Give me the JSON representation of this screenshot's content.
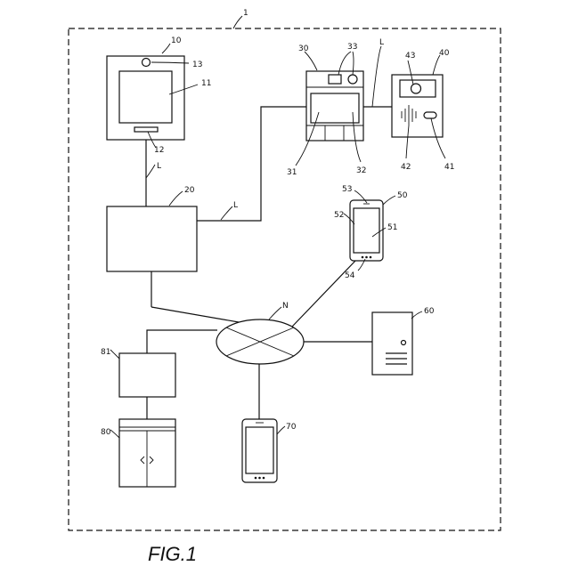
{
  "figure_label": "FIG.1",
  "labels": {
    "system": "1",
    "monitor": "10",
    "monitor_screen": "11",
    "monitor_button": "12",
    "monitor_camera": "13",
    "controller": "20",
    "intercom": "30",
    "intercom_display": "31",
    "intercom_panel": "32",
    "intercom_controls": "33",
    "door_station": "40",
    "door_button": "41",
    "door_speaker": "42",
    "door_camera": "43",
    "smartphone": "50",
    "phone_screen": "51",
    "phone_side": "52",
    "phone_speaker": "53",
    "phone_buttons": "54",
    "server": "60",
    "mobile_terminal": "70",
    "locker": "80",
    "locker_controller": "81",
    "network": "N",
    "line_1": "L",
    "line_2": "L",
    "line_3": "L"
  }
}
